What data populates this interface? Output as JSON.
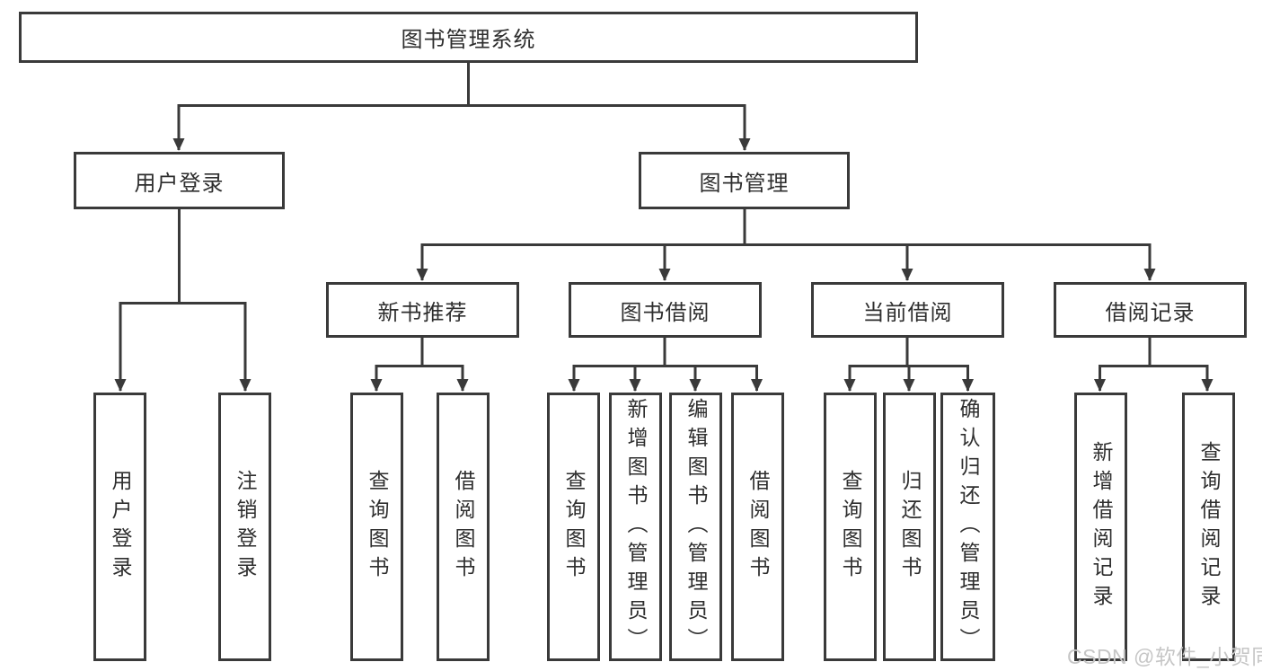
{
  "diagram": {
    "title": "图书管理系统",
    "level2": [
      {
        "label": "用户登录",
        "parent": "图书管理系统"
      },
      {
        "label": "图书管理",
        "parent": "图书管理系统"
      }
    ],
    "level3": [
      {
        "label": "新书推荐",
        "parent": "图书管理"
      },
      {
        "label": "图书借阅",
        "parent": "图书管理"
      },
      {
        "label": "当前借阅",
        "parent": "图书管理"
      },
      {
        "label": "借阅记录",
        "parent": "图书管理"
      }
    ],
    "leaves": [
      {
        "label": "用户登录",
        "parent": "用户登录"
      },
      {
        "label": "注销登录",
        "parent": "用户登录"
      },
      {
        "label": "查询图书",
        "parent": "新书推荐"
      },
      {
        "label": "借阅图书",
        "parent": "新书推荐"
      },
      {
        "label": "查询图书",
        "parent": "图书借阅"
      },
      {
        "label": "新增图书（管理员）",
        "parent": "图书借阅"
      },
      {
        "label": "编辑图书（管理员）",
        "parent": "图书借阅"
      },
      {
        "label": "借阅图书",
        "parent": "图书借阅"
      },
      {
        "label": "查询图书",
        "parent": "当前借阅"
      },
      {
        "label": "归还图书",
        "parent": "当前借阅"
      },
      {
        "label": "确认归还（管理员）",
        "parent": "当前借阅"
      },
      {
        "label": "新增借阅记录",
        "parent": "借阅记录"
      },
      {
        "label": "查询借阅记录",
        "parent": "借阅记录"
      }
    ],
    "colors": {
      "line": "#3a3a3a",
      "text": "#2e2e2e",
      "background": "#ffffff",
      "watermark": "#c6c6c6"
    },
    "watermark": "CSDN @软件_小贺同学"
  }
}
